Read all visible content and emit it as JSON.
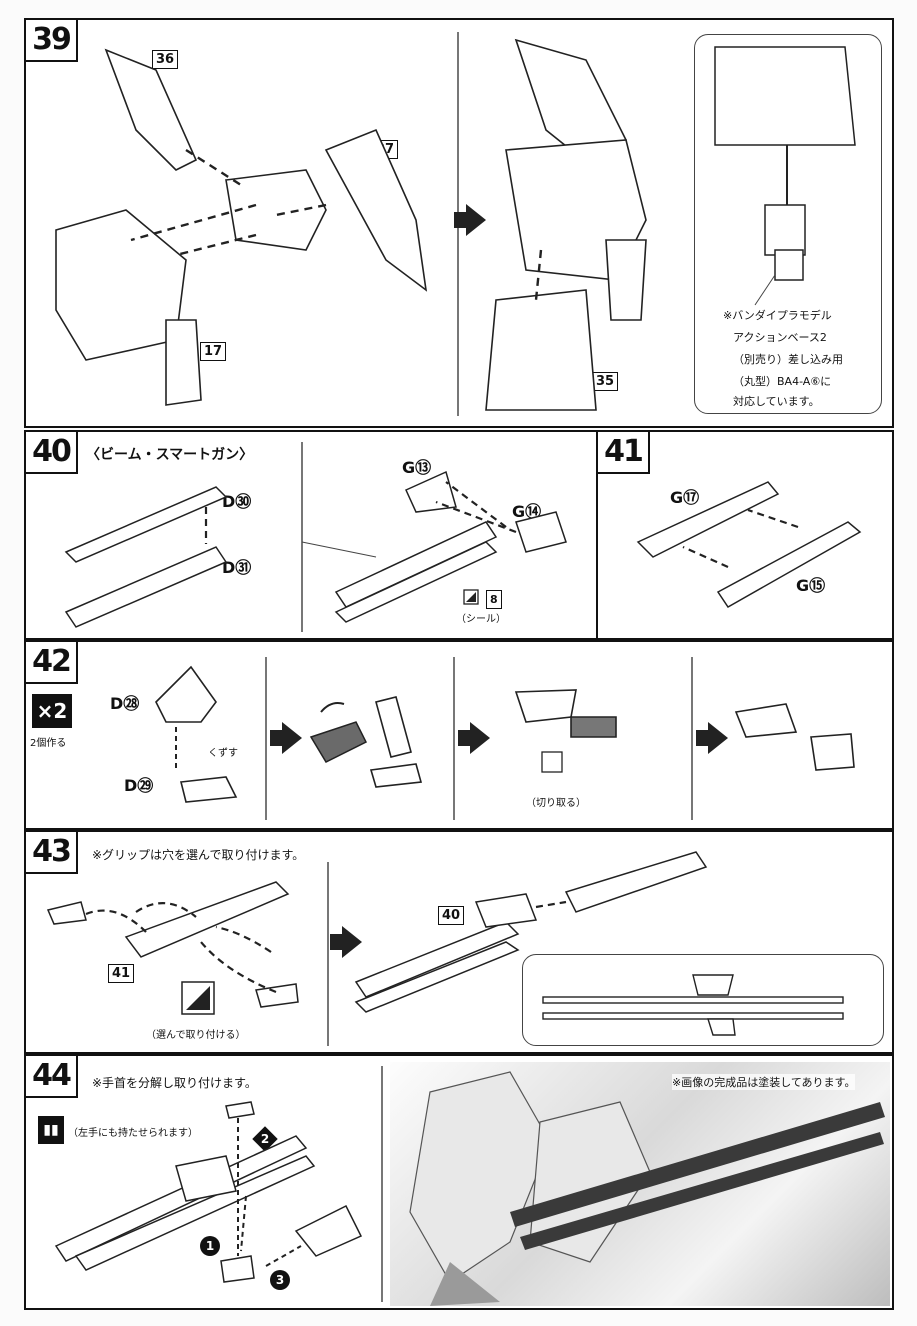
{
  "steps": {
    "s39": {
      "number": "39",
      "parts": [
        "36",
        "37",
        "17",
        "35"
      ],
      "inset_note": [
        "※バンダイプラモデル",
        "アクションベース2",
        "（別売り）差し込み用",
        "（丸型）BA4-A⑥に",
        "対応しています。"
      ]
    },
    "s40": {
      "number": "40",
      "title": "〈ビーム・スマートガン〉",
      "parts": [
        "D㉚",
        "D㉛",
        "G⑬",
        "G⑭"
      ],
      "sticker_id": "8",
      "sticker_label": "（シール）"
    },
    "s41": {
      "number": "41",
      "parts": [
        "G⑰",
        "G⑮"
      ]
    },
    "s42": {
      "number": "42",
      "multiplier": "×2",
      "multiplier_note": "2個作る",
      "parts": [
        "D㉘",
        "D㉙"
      ],
      "action_label": "くずす",
      "cut_label": "（切り取る）"
    },
    "s43": {
      "number": "43",
      "note": "※グリップは穴を選んで取り付けます。",
      "parts": [
        "41",
        "40"
      ],
      "choose_label": "（選んで取り付ける）"
    },
    "s44": {
      "number": "44",
      "note": "※手首を分解し取り付けます。",
      "left_hand_note": "（左手にも持たせられます）",
      "photo_note": "※画像の完成品は塗装してあります。",
      "order": [
        "1",
        "2",
        "3"
      ]
    }
  },
  "colors": {
    "ink": "#111111",
    "paper": "#ffffff",
    "part_gray": "#6a6a6a"
  }
}
